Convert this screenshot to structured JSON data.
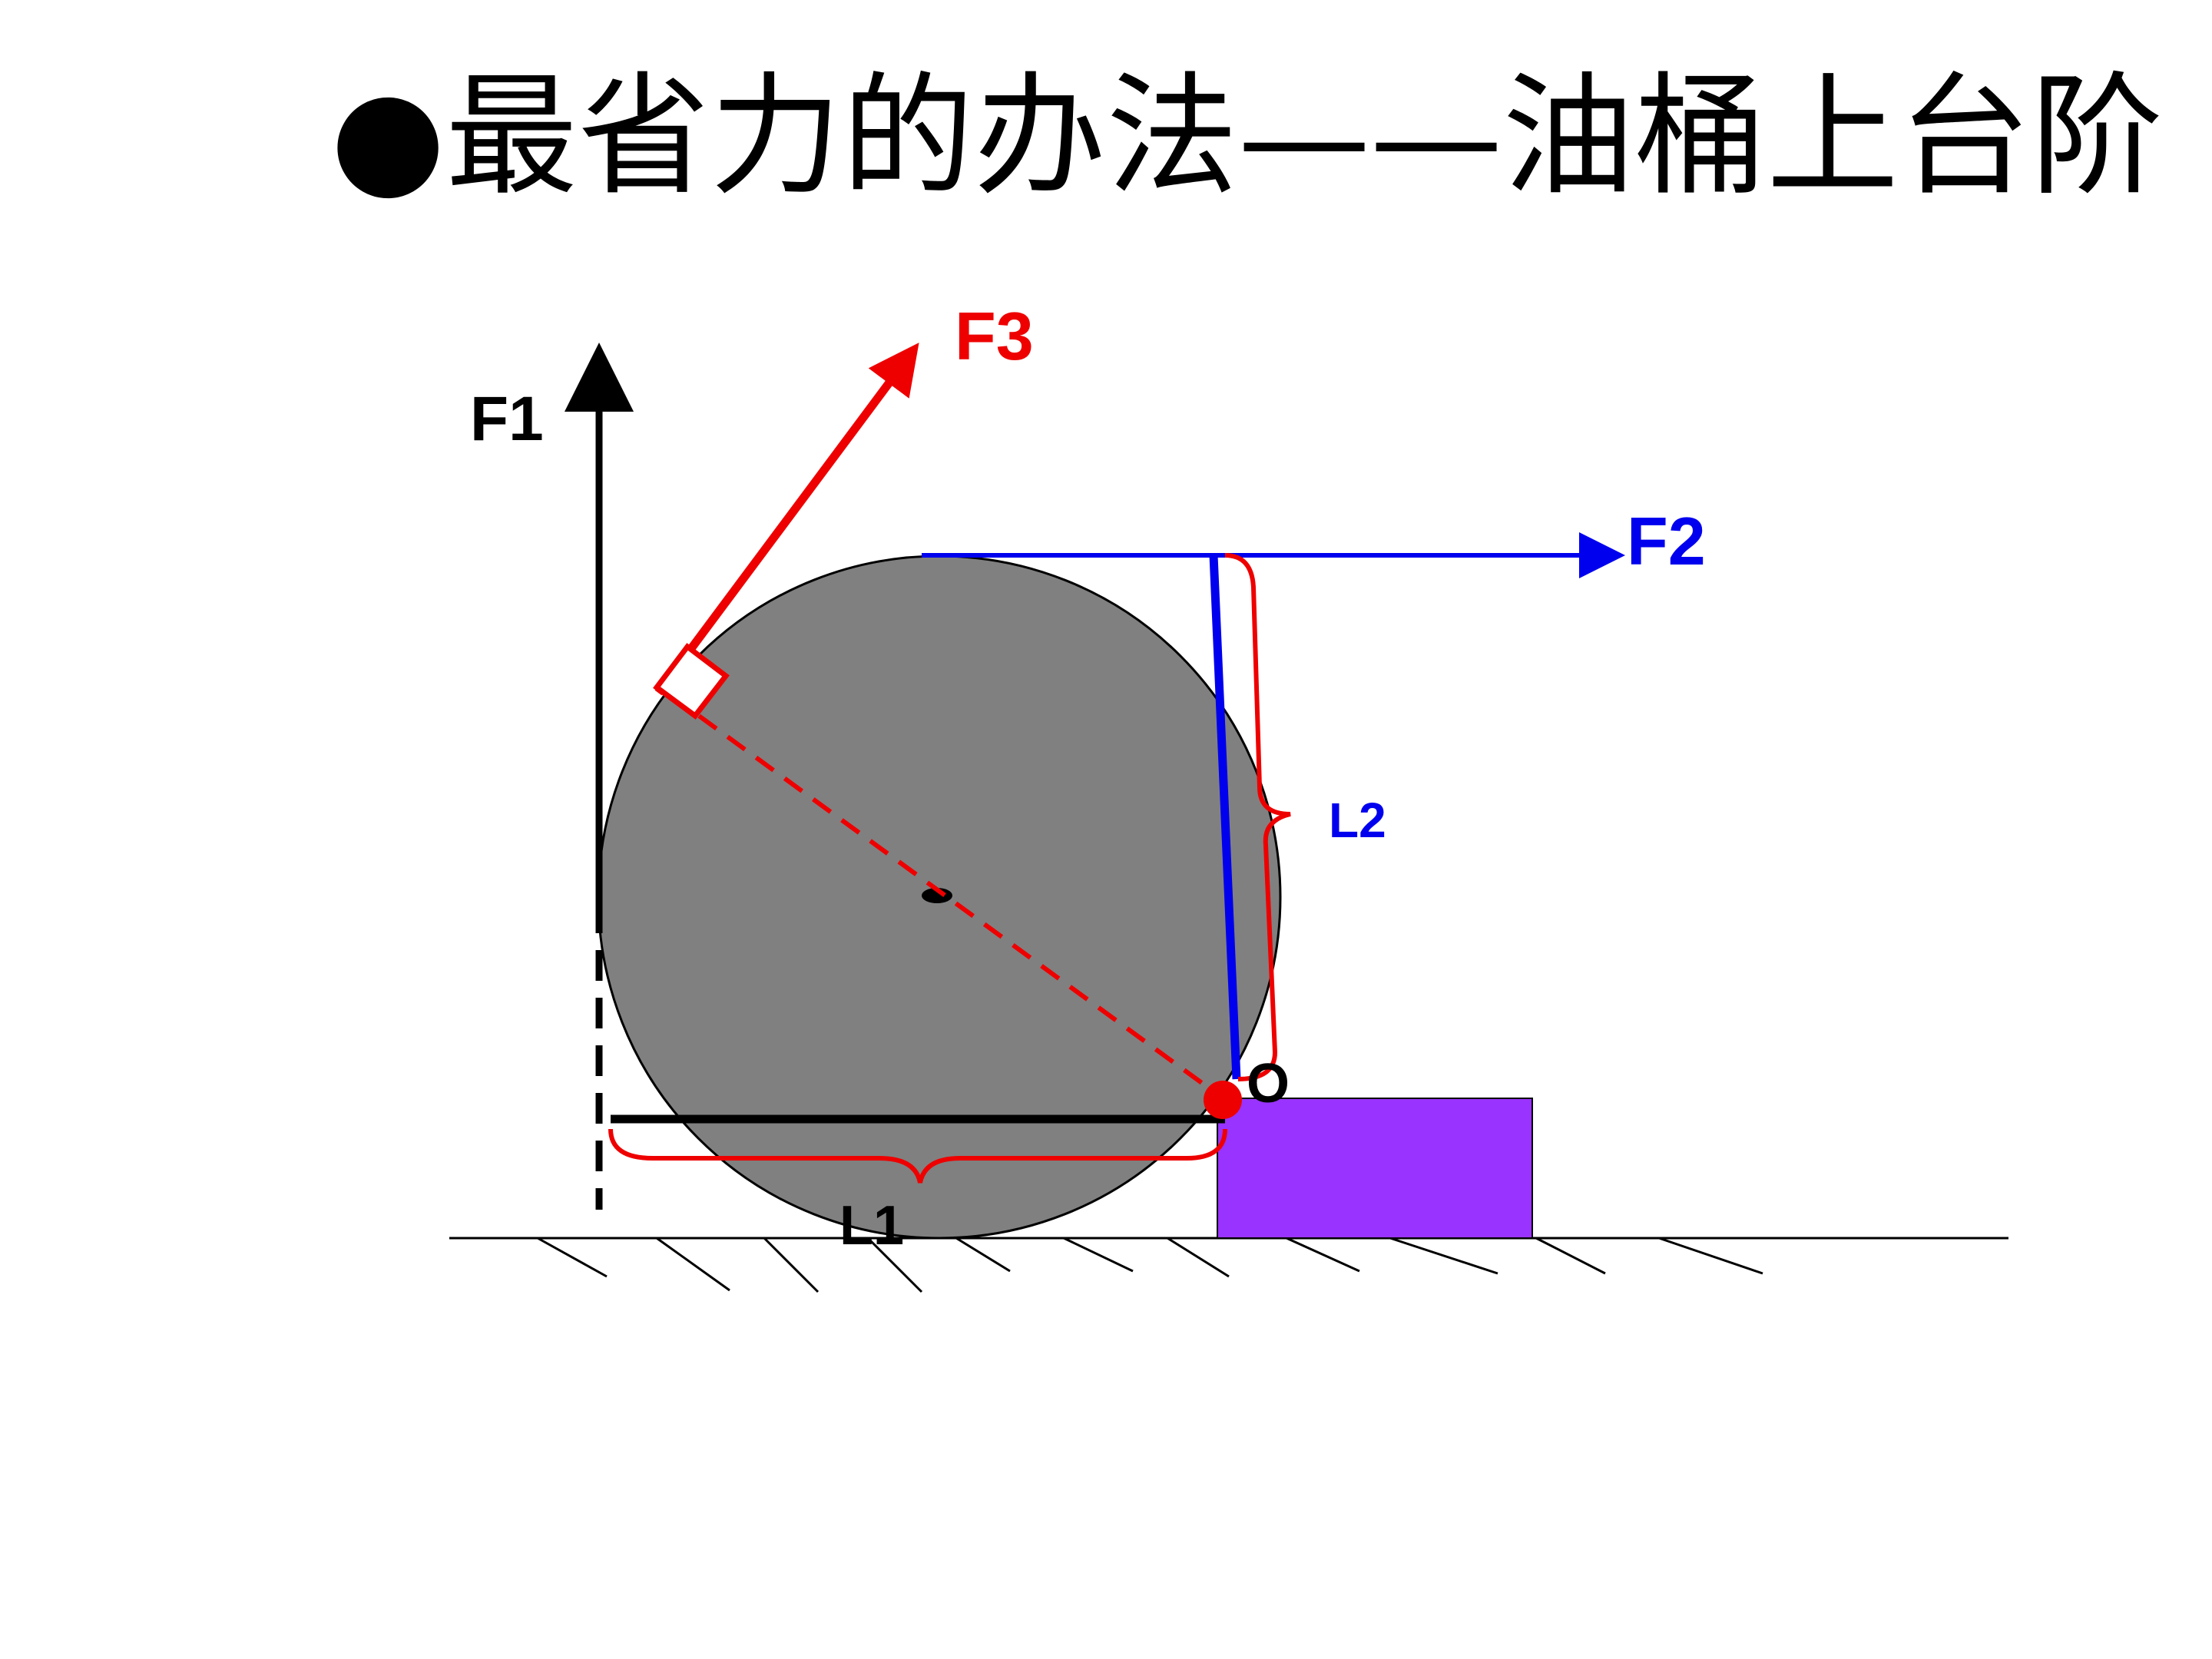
{
  "title": "●最省力的办法——油桶上台阶",
  "labels": {
    "f1": "F1",
    "f2": "F2",
    "f3": "F3",
    "l1": "L1",
    "l2": "L2",
    "pivot": "O"
  },
  "colors": {
    "barrel": "#808080",
    "step": "#9933ff",
    "f1": "#000000",
    "f2": "#0000ee",
    "f3": "#ee0000",
    "l1_brace": "#ee0000",
    "l2_brace": "#ee0000",
    "l2_label": "#0000ee",
    "pivot": "#ee0000"
  }
}
